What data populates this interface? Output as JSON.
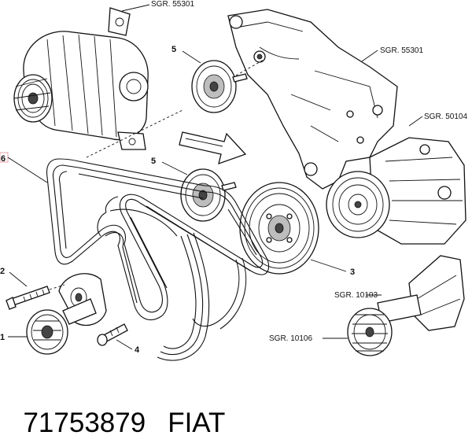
{
  "callouts": {
    "sgr_55301_top": "SGR. 55301",
    "sgr_55301_right": "SGR. 55301",
    "sgr_50104": "SGR. 50104",
    "sgr_10103": "SGR. 10103",
    "sgr_10106": "SGR. 10106",
    "n1": "1",
    "n2": "2",
    "n3": "3",
    "n4": "4",
    "n5_top": "5",
    "n5_mid": "5",
    "n6": "6"
  },
  "caption": {
    "part_number": "71753879",
    "brand": "FIAT"
  },
  "colors": {
    "line": "#111111",
    "highlight_box": "#e8a0a8"
  }
}
